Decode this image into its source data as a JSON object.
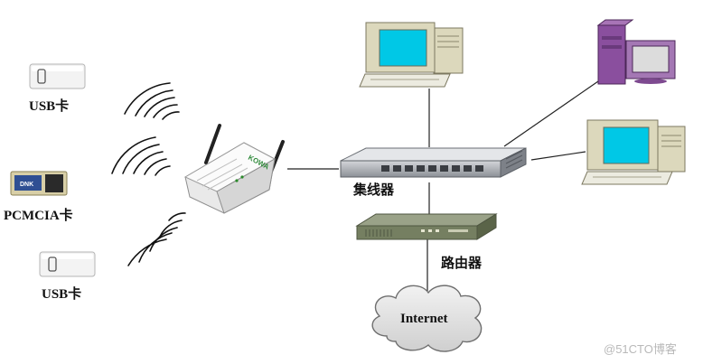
{
  "labels": {
    "usb_top": "USB卡",
    "pcmcia": "PCMCIA卡",
    "usb_bottom": "USB卡",
    "hub": "集线器",
    "router": "路由器",
    "internet": "Internet",
    "ap_brand": "KOWA",
    "pcmcia_brand": "DNK"
  },
  "watermark": "@51CTO博客",
  "colors": {
    "screen": "#00c8e6",
    "case_beige": "#dcd8bc",
    "case_purple": "#8a4f9e",
    "cloud": "#dedede",
    "router_green": "#757f61"
  }
}
